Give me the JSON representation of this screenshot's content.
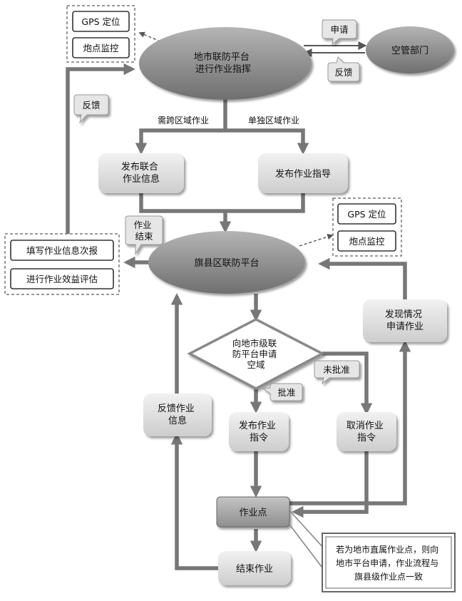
{
  "nodes": {
    "city_platform": [
      "地市联防平台",
      "进行作业指挥"
    ],
    "air_control": "空管部门",
    "gps_top": "GPS 定位",
    "gun_top": "炮点监控",
    "joint_info": [
      "发布联合",
      "作业信息"
    ],
    "work_guide": "发布作业指导",
    "banner_platform": "旗县区联防平台",
    "gps_mid": "GPS 定位",
    "gun_mid": "炮点监控",
    "fill_report": "填写作业信息次报",
    "benefit_eval": "进行作业效益评估",
    "decision": [
      "向地市级联",
      "防平台申请",
      "空域"
    ],
    "issue_command": [
      "发布作业",
      "指令"
    ],
    "cancel_command": [
      "取消作业",
      "指令"
    ],
    "feedback_info": [
      "反馈作业",
      "信息"
    ],
    "found_apply": [
      "发现情况",
      "申请作业"
    ],
    "work_point": "作业点",
    "end_work": "结束作业",
    "note": [
      "若为地市直属作业点，则向",
      "地市平台申请，作业流程与",
      "旗县级作业点一致"
    ]
  },
  "labels": {
    "apply": "申请",
    "feedback_air": "反馈",
    "feedback_left": "反馈",
    "cross_region": "需跨区域作业",
    "single_region": "单独区域作业",
    "work_end": [
      "作业",
      "结束"
    ],
    "approve": "批准",
    "not_approve": "未批准"
  },
  "colors": {
    "ellipse_fill": "#8c8c8c",
    "box_fill": "#e3e3e3",
    "arrow": "#777777",
    "work_point_fill": "#a6a6a6"
  }
}
